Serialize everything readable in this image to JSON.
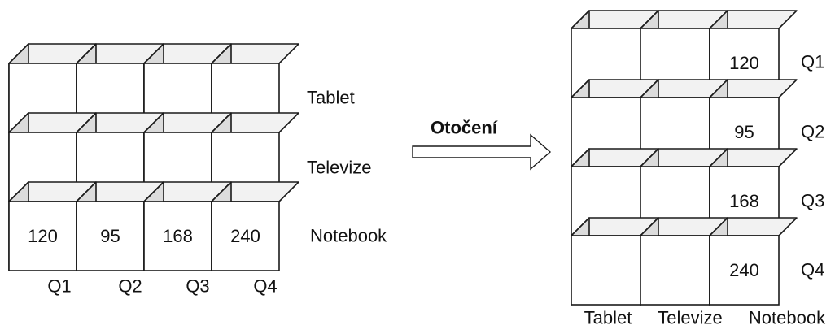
{
  "left_cube": {
    "rows": [
      "Tablet",
      "Televize",
      "Notebook"
    ],
    "columns": [
      "Q1",
      "Q2",
      "Q3",
      "Q4"
    ],
    "cells": [
      [
        "",
        "",
        "",
        ""
      ],
      [
        "",
        "",
        "",
        ""
      ],
      [
        "120",
        "95",
        "168",
        "240"
      ]
    ]
  },
  "rotation": {
    "label": "Otočení"
  },
  "right_cube": {
    "rows": [
      "Q1",
      "Q2",
      "Q3",
      "Q4"
    ],
    "columns": [
      "Tablet",
      "Televize",
      "Notebook"
    ],
    "cells": [
      [
        "",
        "",
        "120"
      ],
      [
        "",
        "",
        "95"
      ],
      [
        "",
        "",
        "168"
      ],
      [
        "",
        "",
        "240"
      ]
    ]
  },
  "colors": {
    "stroke": "#1a1a1a",
    "front": "#ffffff",
    "top": "#f2f2f2",
    "side": "#dcdcdc"
  }
}
